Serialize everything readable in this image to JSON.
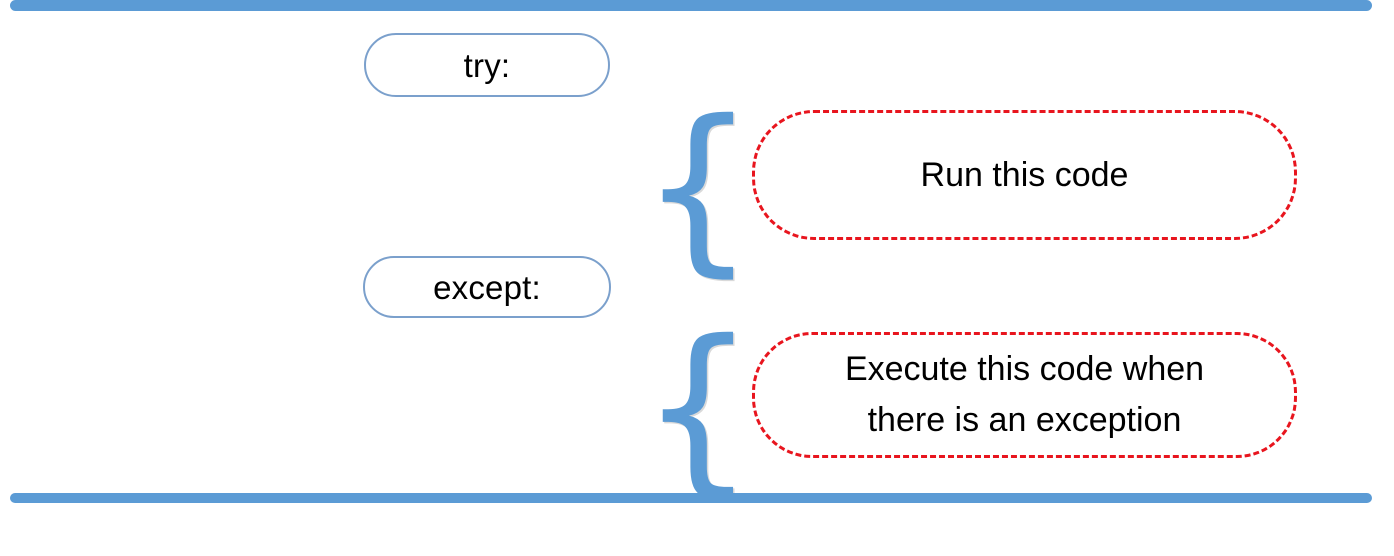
{
  "diagram": {
    "title": "Python try except block structure",
    "colors": {
      "rule_blue": "#5B9BD5",
      "pill_border_blue": "#7BA0CC",
      "dashed_red": "#E8151E",
      "brace_blue": "#5B9BD5",
      "text_black": "#000000",
      "background": "#FFFFFF"
    },
    "rules": {
      "top_label": "top-divider",
      "bottom_label": "bottom-divider"
    },
    "keywords": [
      {
        "id": "try",
        "label": "try:"
      },
      {
        "id": "except",
        "label": "except:"
      }
    ],
    "braces": [
      {
        "id": "try-brace",
        "glyph": "{"
      },
      {
        "id": "except-brace",
        "glyph": "{"
      }
    ],
    "annotations": [
      {
        "id": "run-this-code",
        "text": "Run this code",
        "lines": [
          "Run this code"
        ]
      },
      {
        "id": "execute-on-exception",
        "text": "Execute this code when there is an exception",
        "lines": [
          "Execute this code when",
          "there is an exception"
        ]
      }
    ]
  }
}
